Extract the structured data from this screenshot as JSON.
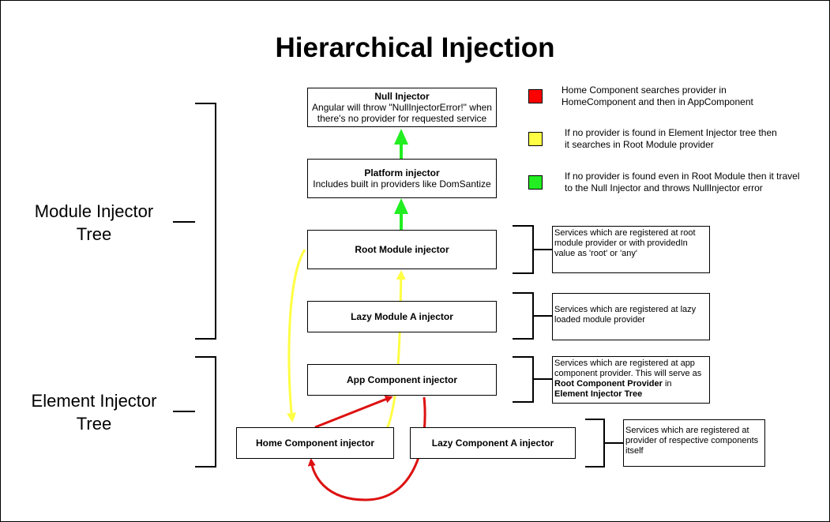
{
  "title": "Hierarchical Injection",
  "trees": {
    "module": {
      "line1": "Module Injector",
      "line2": "Tree"
    },
    "element": {
      "line1": "Element Injector",
      "line2": "Tree"
    }
  },
  "boxes": {
    "null_injector": {
      "title": "Null Injector",
      "line1": "Angular will throw \"NullInjectorError!\" when",
      "line2": "there's no provider for requested service"
    },
    "platform_injector": {
      "title": "Platform injector",
      "line1": "Includes built in providers like DomSantize"
    },
    "root_module": {
      "title": "Root Module injector"
    },
    "lazy_module": {
      "title": "Lazy Module A injector"
    },
    "app_component": {
      "title": "App Component injector"
    },
    "home_component": {
      "title": "Home Component injector"
    },
    "lazy_component": {
      "title": "Lazy Component A injector"
    }
  },
  "descriptions": {
    "root_module": "Services which are registered at root module provider or with providedIn value as 'root' or 'any'",
    "lazy_module": "Services which are registered at lazy loaded module provider",
    "app_component": {
      "prefix": "Services which are registered  at app component provider. This will serve as ",
      "bold1": "Root Component Provider",
      "middle": " in ",
      "bold2": "Element Injector Tree"
    },
    "components": "Services which are registered at provider of respective components itself"
  },
  "legend": [
    {
      "color": "#ff0000",
      "line1": "Home Component searches provider in",
      "line2": "HomeComponent and then in AppComponent"
    },
    {
      "color": "#ffff44",
      "line1": "If no provider is found in Element Injector tree then",
      "line2": "it searches in Root Module provider"
    },
    {
      "color": "#22ee22",
      "line1": "If no provider is found even in Root Module then it travel",
      "line2": "to the Null Injector and throws NullInjector error"
    }
  ],
  "colors": {
    "red": "#dd1111",
    "yellow": "#ffff44",
    "green": "#22ee22"
  }
}
